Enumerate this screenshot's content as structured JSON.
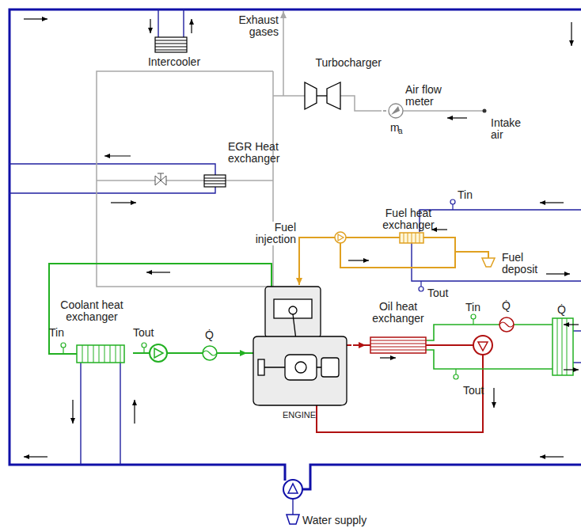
{
  "diagram": {
    "nodes": [
      {
        "text": [
          "Intercooler"
        ]
      },
      {
        "text": [
          "Turbocharger"
        ]
      },
      {
        "text": [
          "Air flow meter",
          "m",
          "a"
        ]
      },
      {
        "text": [
          "EGR Heat exchanger"
        ]
      },
      {
        "text": [
          "Fuel heat exchanger"
        ]
      },
      {
        "text": [
          "Fuel deposit"
        ]
      },
      {
        "text": [
          "Coolant heat exchanger"
        ]
      },
      {
        "text": [
          "ENGINE"
        ]
      },
      {
        "text": [
          "Oil heat exchanger"
        ]
      },
      {
        "text": [
          "Water supply"
        ]
      }
    ],
    "edges": [
      {
        "from": 1,
        "to": 2,
        "arrow": "none"
      },
      {
        "from": 4,
        "to": 7,
        "arrow": "to",
        "label": "Fuel injection"
      },
      {
        "from": 6,
        "to": 7,
        "arrow": "to"
      },
      {
        "from": 7,
        "to": 8,
        "arrow": "to"
      }
    ],
    "labels": [
      "Exhaust gases",
      "Intake air",
      "Tin",
      "Tout",
      "Q̇",
      "Tin",
      "Tout",
      "Tin",
      "Q̇",
      "Tout",
      "Q̇"
    ]
  }
}
